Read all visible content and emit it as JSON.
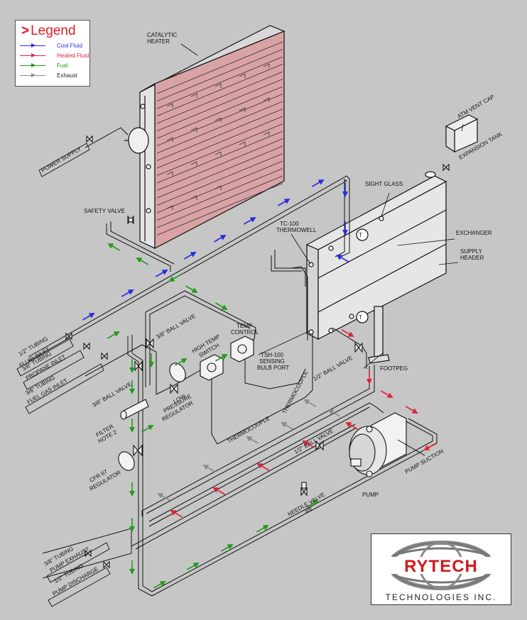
{
  "legend": {
    "title_symbol": ">",
    "title": "Legend",
    "items": [
      {
        "label": "Cool Fluid",
        "color": "#2a2ae0"
      },
      {
        "label": "Heated Fluid",
        "color": "#e0223a"
      },
      {
        "label": "Fuel",
        "color": "#239b1c"
      },
      {
        "label": "Exhaust",
        "color": "#8c8c8c"
      }
    ]
  },
  "labels": {
    "catalytic_heater": [
      "CATALYTIC",
      "HEATER"
    ],
    "power_supply": "POWER SUPPLY",
    "safety_valve": "SAFETY VALVE",
    "atm_vent_cap": "ATM VENT CAP",
    "expansion_tank": "EXPANSION TANK",
    "sight_glass": "SIGHT GLASS",
    "tc100": [
      "TC-100",
      "THERMOWELL"
    ],
    "exchanger": "EXCHANGER",
    "supply_header": [
      "SUPPLY",
      "HEADER"
    ],
    "temp_control": [
      "TEMP",
      "CONTROL"
    ],
    "high_temp_switch": [
      "HIGH TEMP",
      "SWITCH"
    ],
    "tsh100": [
      "TSH-100",
      "SENSING",
      "BULB PORT"
    ],
    "low_pressure_regulator": [
      "LOW",
      "PRESSURE",
      "REGULATOR"
    ],
    "ball_valve_38_top": "3/8\" BALL VALVE",
    "ball_valve_12_right": "1/2\" BALL VALVE",
    "footpeg": "FOOTPEG",
    "fluid_inlet_tubing": "1/2\" TUBING",
    "fluid_inlet": "FLUID INLET",
    "propane_tubing": "3/8\" TUBING",
    "propane_inlet": "PROPANE INLET",
    "fuel_gas_tubing": "3/8\" TUBING",
    "fuel_gas_inlet": "FUEL GAS INLET",
    "ball_valve_38_left": "3/8\" BALL VALVE",
    "filter": [
      "FILTER",
      "NOTE 2"
    ],
    "cfr67": [
      "CFR 67",
      "REGULATOR"
    ],
    "thermocouple_1": "THERMOCOUPLE",
    "thermocouple_2": "THERMOCOUPLE",
    "ball_valve_12_pump": "1/2\" BALL VALVE",
    "pump_suction": "PUMP SUCTION",
    "pump": "PUMP",
    "needle_valve": [
      "NEEDLE VALVE",
      "3/8\""
    ],
    "pump_exhaust_tubing": "3/8\" TUBING",
    "pump_exhaust": "PUMP EXHAUST",
    "pump_discharge_tubing": "1/2\" TUBING",
    "pump_discharge": "PUMP DISCHARGE",
    "gauge_t": "T"
  },
  "logo": {
    "name": "RYTECH",
    "tagline": "TECHNOLOGIES INC.",
    "brand_color": "#d11a1a"
  },
  "colors": {
    "heater_fill": "#d9a3a6",
    "line": "#111111"
  }
}
